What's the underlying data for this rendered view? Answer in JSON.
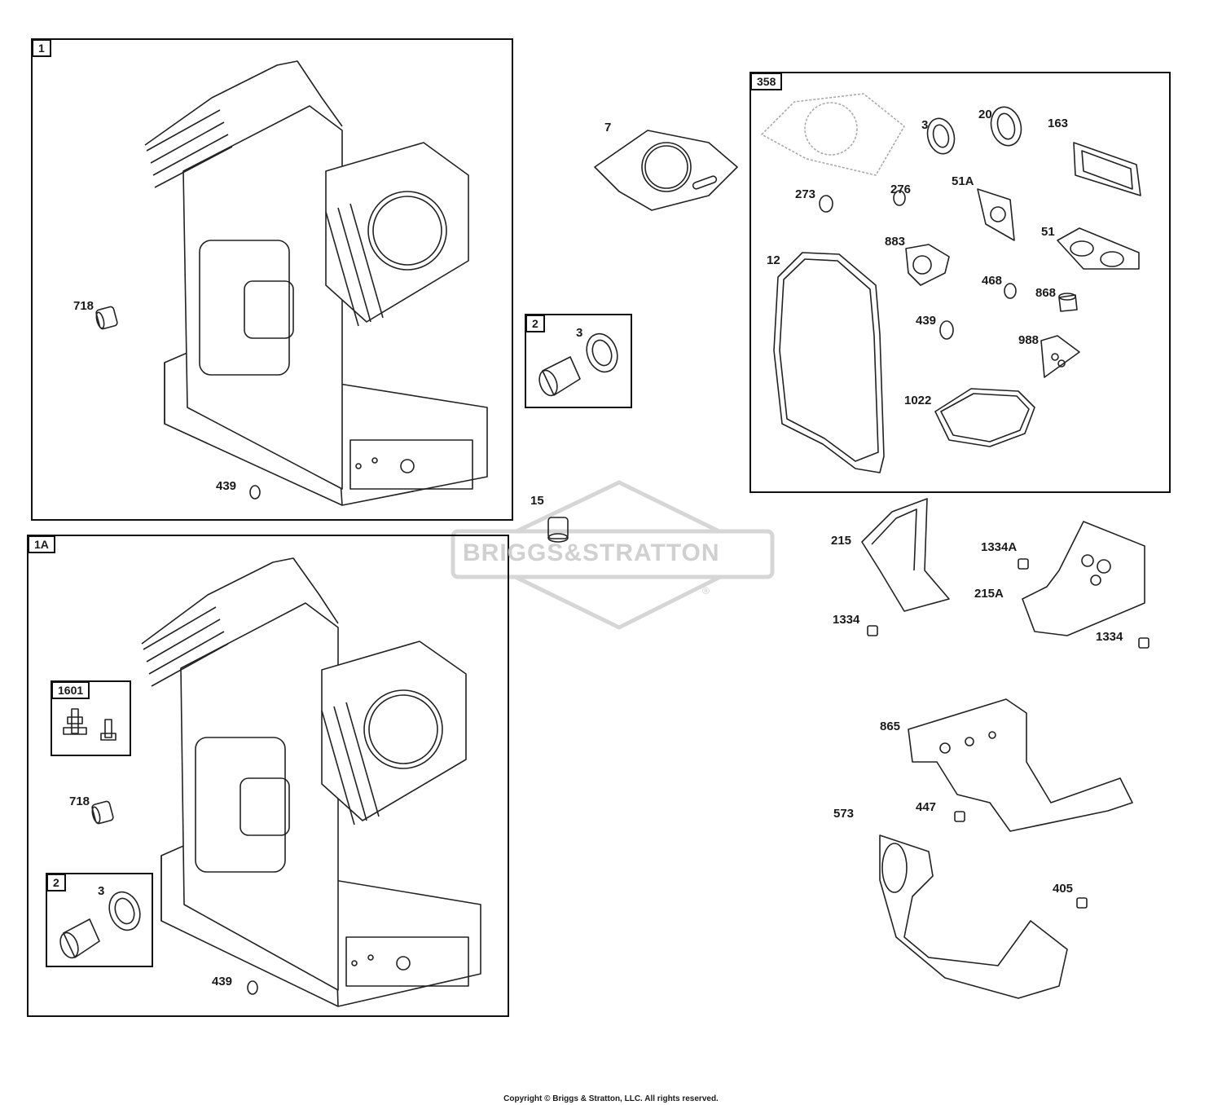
{
  "brand": {
    "watermark": "BRIGGS&STRATTON",
    "registered": "®"
  },
  "boxes": [
    {
      "id": "box-1",
      "tag": "1"
    },
    {
      "id": "box-1a",
      "tag": "1A"
    },
    {
      "id": "box-2",
      "tag": "2"
    },
    {
      "id": "box-358",
      "tag": "358"
    },
    {
      "id": "box-1601",
      "tag": "1601"
    },
    {
      "id": "box-2b",
      "tag": "2"
    }
  ],
  "callouts": {
    "c718a": "718",
    "c439a": "439",
    "c718b": "718",
    "c439b": "439",
    "c3b": "3",
    "c7": "7",
    "c3": "3",
    "c15": "15",
    "c3g": "3",
    "c20": "20",
    "c163": "163",
    "c273": "273",
    "c276": "276",
    "c51A": "51A",
    "c51": "51",
    "c883": "883",
    "c12": "12",
    "c468": "468",
    "c868": "868",
    "c439c": "439",
    "c988": "988",
    "c1022": "1022",
    "c215": "215",
    "c1334A": "1334A",
    "c215A": "215A",
    "c1334a": "1334",
    "c1334b": "1334",
    "c865": "865",
    "c573": "573",
    "c447": "447",
    "c405": "405"
  },
  "footer": {
    "copyright": "Copyright © Briggs & Stratton, LLC. All rights reserved."
  }
}
